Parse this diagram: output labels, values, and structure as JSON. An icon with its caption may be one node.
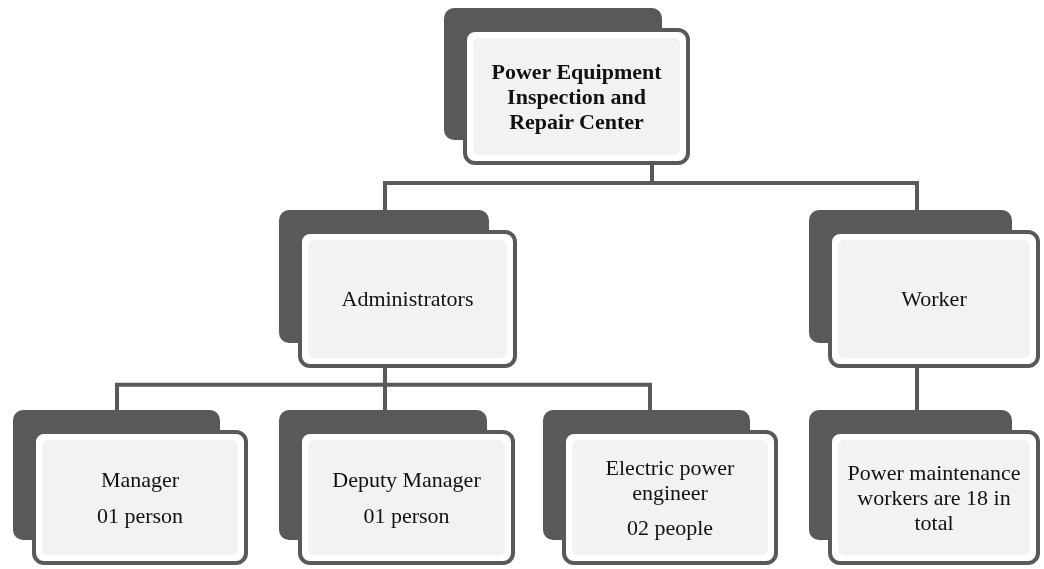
{
  "diagram": {
    "nodes": [
      {
        "text": [
          "Power Equipment Inspection and Repair Center"
        ]
      },
      {
        "text": [
          "Administrators"
        ]
      },
      {
        "text": [
          "Worker"
        ]
      },
      {
        "text": [
          "Manager",
          "01 person"
        ]
      },
      {
        "text": [
          "Deputy Manager",
          "01 person"
        ]
      },
      {
        "text": [
          "Electric power engineer",
          "02 people"
        ]
      },
      {
        "text": [
          "Power maintenance workers are 18 in total"
        ]
      }
    ],
    "edges": [
      {
        "from": 0,
        "to": 1,
        "arrow": "none"
      },
      {
        "from": 0,
        "to": 2,
        "arrow": "none"
      },
      {
        "from": 1,
        "to": 3,
        "arrow": "none"
      },
      {
        "from": 1,
        "to": 4,
        "arrow": "none"
      },
      {
        "from": 1,
        "to": 5,
        "arrow": "none"
      },
      {
        "from": 2,
        "to": 6,
        "arrow": "none"
      }
    ]
  }
}
